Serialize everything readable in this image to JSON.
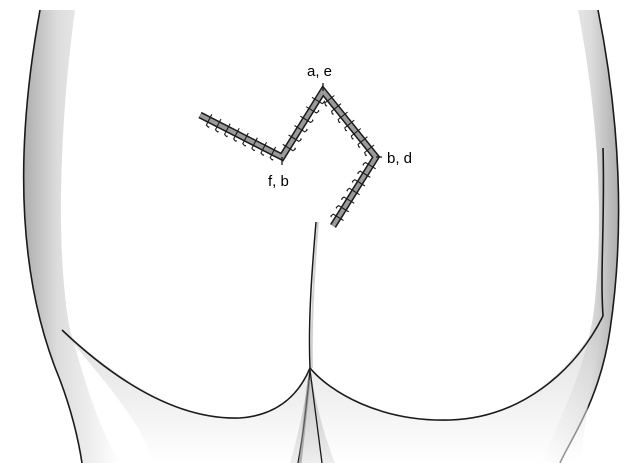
{
  "labels": {
    "apex": "a, e",
    "right_corner": "b, d",
    "left_corner": "f, b"
  },
  "colors": {
    "skin_fill": "#ffffff",
    "skin_shadow": "#b9b9b9",
    "outline": "#1a1a1a",
    "suture_band": "#9a9a9a"
  }
}
